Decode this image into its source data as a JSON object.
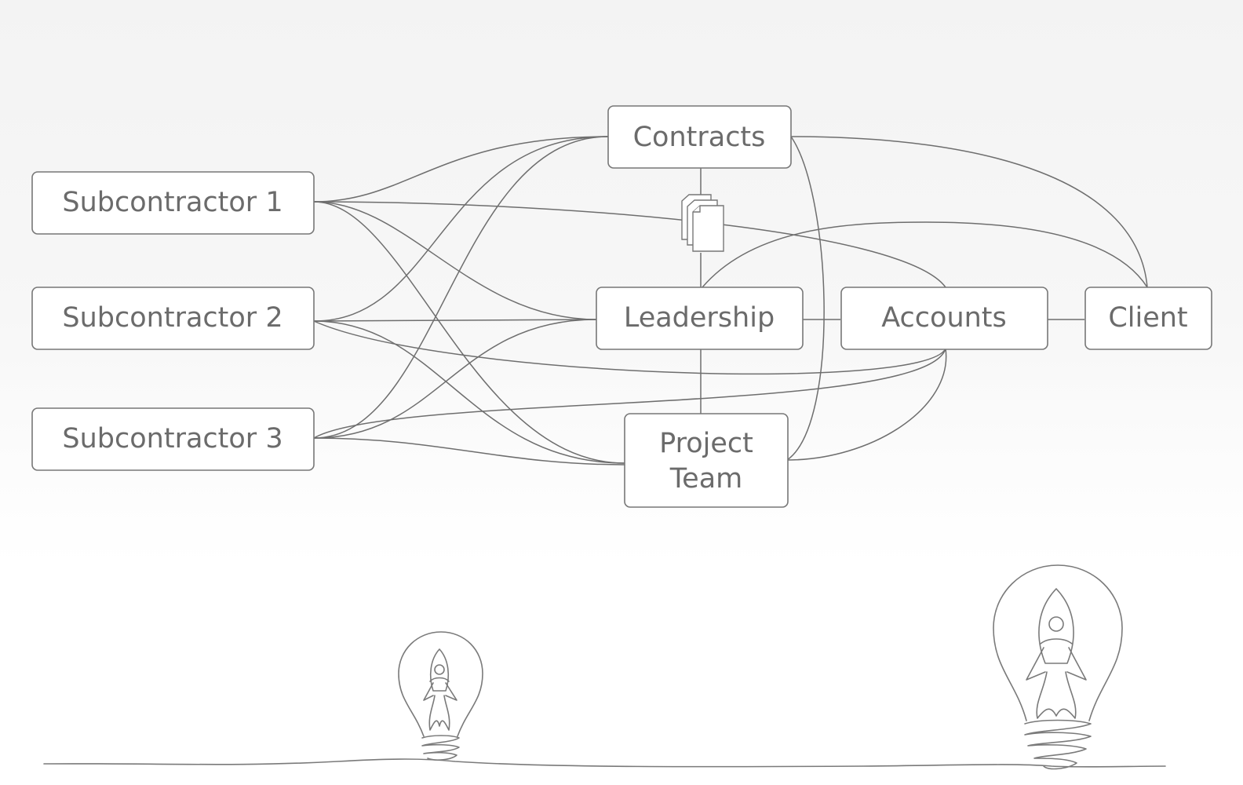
{
  "diagram": {
    "nodes": [
      {
        "id": "contracts",
        "label": "Contracts"
      },
      {
        "id": "sub1",
        "label": "Subcontractor 1"
      },
      {
        "id": "sub2",
        "label": "Subcontractor 2"
      },
      {
        "id": "sub3",
        "label": "Subcontractor 3"
      },
      {
        "id": "leadership",
        "label": "Leadership"
      },
      {
        "id": "accounts",
        "label": "Accounts"
      },
      {
        "id": "client",
        "label": "Client"
      },
      {
        "id": "project_team",
        "label_line1": "Project",
        "label_line2": "Team"
      }
    ],
    "edges": [
      [
        "contracts",
        "leadership"
      ],
      [
        "leadership",
        "project_team"
      ],
      [
        "leadership",
        "accounts"
      ],
      [
        "accounts",
        "client"
      ],
      [
        "contracts",
        "client"
      ],
      [
        "contracts",
        "project_team"
      ],
      [
        "leadership",
        "client"
      ],
      [
        "sub1",
        "contracts"
      ],
      [
        "sub1",
        "leadership"
      ],
      [
        "sub1",
        "project_team"
      ],
      [
        "sub1",
        "accounts"
      ],
      [
        "sub2",
        "contracts"
      ],
      [
        "sub2",
        "leadership"
      ],
      [
        "sub2",
        "project_team"
      ],
      [
        "sub2",
        "accounts"
      ],
      [
        "sub3",
        "contracts"
      ],
      [
        "sub3",
        "leadership"
      ],
      [
        "sub3",
        "project_team"
      ],
      [
        "sub3",
        "accounts"
      ],
      [
        "accounts",
        "project_team"
      ]
    ]
  },
  "icons": {
    "documents": "documents-icon",
    "bulb_small": "lightbulb-rocket-icon",
    "bulb_large": "lightbulb-rocket-icon"
  },
  "colors": {
    "stroke": "#6e6e6e",
    "text": "#6b6b6b",
    "node_fill": "#ffffff"
  }
}
